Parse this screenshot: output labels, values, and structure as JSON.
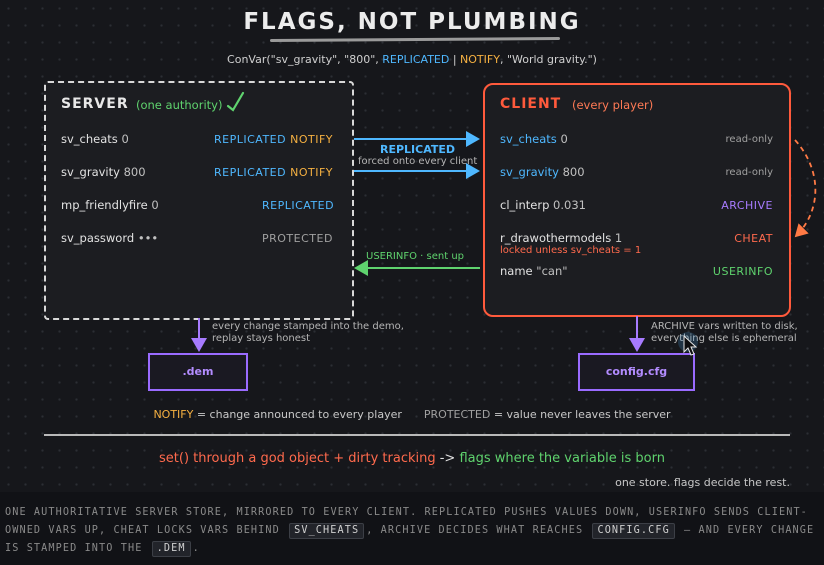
{
  "title": "FLAGS, NOT PLUMBING",
  "code_line": {
    "prefix": "ConVar(\"sv_gravity\", \"800\", ",
    "replicated": "REPLICATED",
    "pipe": " | ",
    "notify": "NOTIFY",
    "suffix": ", \"World gravity.\")"
  },
  "server": {
    "title": "SERVER",
    "note": "(one authority)",
    "rows": [
      {
        "name": "sv_cheats",
        "value": "0",
        "flag1": "REPLICATED",
        "flag2": "NOTIFY"
      },
      {
        "name": "sv_gravity",
        "value": "800",
        "flag1": "REPLICATED",
        "flag2": "NOTIFY"
      },
      {
        "name": "mp_friendlyfire",
        "value": "0",
        "flag1": "REPLICATED"
      },
      {
        "name": "sv_password",
        "value": "•••",
        "flag1": "PROTECTED"
      }
    ]
  },
  "client": {
    "title": "CLIENT",
    "note": "(every player)",
    "rows": [
      {
        "name": "sv_cheats",
        "value": "0",
        "flag": "read-only"
      },
      {
        "name": "sv_gravity",
        "value": "800",
        "flag": "read-only"
      },
      {
        "name": "cl_interp",
        "value": "0.031",
        "flag": "ARCHIVE"
      },
      {
        "name": "r_drawothermodels",
        "value": "1",
        "flag": "CHEAT",
        "sub": "locked unless sv_cheats = 1"
      },
      {
        "name": "name",
        "value": "\"can\"",
        "flag": "USERINFO"
      }
    ]
  },
  "arrows": {
    "replicated_label": "REPLICATED",
    "replicated_sub": "forced onto every client",
    "userinfo_label": "USERINFO · sent up"
  },
  "demo": {
    "file": ".dem",
    "note_line1": "every change stamped into the demo,",
    "note_line2": "replay stays honest"
  },
  "config": {
    "file": "config.cfg",
    "note_line1": "ARCHIVE vars written to disk,",
    "note_line2": "everything else is ephemeral"
  },
  "legend": {
    "notify": "NOTIFY",
    "notify_desc": " = change announced to every player",
    "protected": "PROTECTED",
    "protected_desc": " = value never leaves the server"
  },
  "bottom": {
    "left": "set() through a god object + dirty tracking",
    "arrow": " -> ",
    "right": "flags where the variable is born"
  },
  "tagline": "one store. flags decide the rest.",
  "caption": {
    "part1": "ONE AUTHORITATIVE SERVER STORE, MIRRORED TO EVERY CLIENT. REPLICATED PUSHES VALUES DOWN, USERINFO SENDS CLIENT-OWNED VARS UP, CHEAT LOCKS VARS BEHIND",
    "code1": "SV_CHEATS",
    "part2": ", ARCHIVE DECIDES WHAT REACHES",
    "code2": "CONFIG.CFG",
    "part3": "— AND EVERY CHANGE IS STAMPED INTO THE",
    "code3": ".DEM",
    "part4": "."
  },
  "colors": {
    "replicated": "#4fb8ff",
    "notify": "#f5b041",
    "userinfo": "#5fd36e",
    "archive": "#a77bff",
    "cheat": "#ff6a4d",
    "client_border": "#ff5a3c"
  }
}
